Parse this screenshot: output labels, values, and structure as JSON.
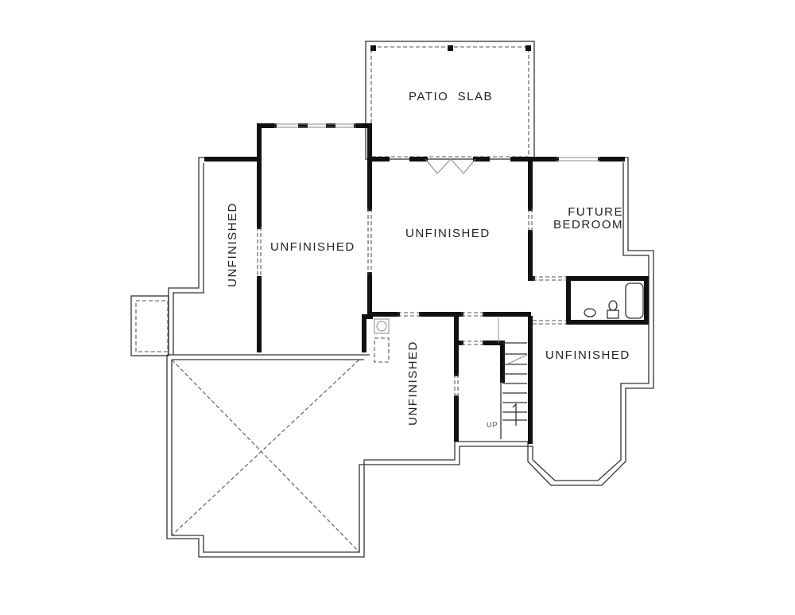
{
  "floor_plan": {
    "rooms": [
      {
        "id": "patio",
        "label": "PATIO  SLAB"
      },
      {
        "id": "unfinished-west-narrow",
        "label": "UNFINISHED"
      },
      {
        "id": "unfinished-west",
        "label": "UNFINISHED"
      },
      {
        "id": "unfinished-center",
        "label": "UNFINISHED"
      },
      {
        "id": "future-bedroom",
        "label": "FUTURE\nBEDROOM",
        "line1": "FUTURE",
        "line2": "BEDROOM"
      },
      {
        "id": "unfinished-south-center",
        "label": "UNFINISHED"
      },
      {
        "id": "unfinished-east",
        "label": "UNFINISHED"
      }
    ],
    "stair_label": "UP",
    "colors": {
      "wall": "#111111",
      "line": "#333333",
      "background": "#ffffff"
    }
  }
}
